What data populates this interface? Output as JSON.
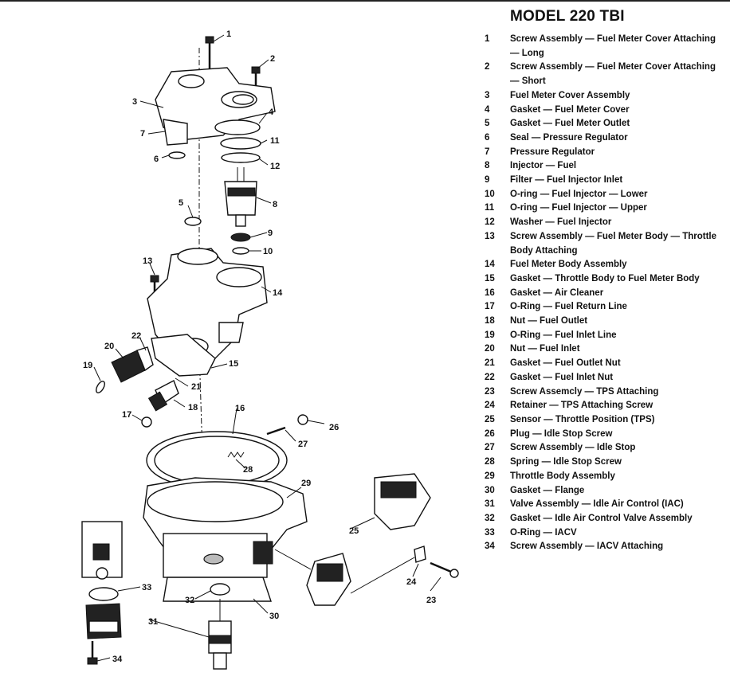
{
  "title": "MODEL 220 TBI",
  "legend": [
    {
      "num": "1",
      "text": "Screw Assembly — Fuel Meter Cover Attaching — Long"
    },
    {
      "num": "2",
      "text": "Screw Assembly — Fuel Meter Cover Attaching — Short"
    },
    {
      "num": "3",
      "text": "Fuel Meter Cover Assembly"
    },
    {
      "num": "4",
      "text": "Gasket — Fuel Meter Cover"
    },
    {
      "num": "5",
      "text": "Gasket — Fuel Meter Outlet"
    },
    {
      "num": "6",
      "text": "Seal — Pressure Regulator"
    },
    {
      "num": "7",
      "text": "Pressure Regulator"
    },
    {
      "num": "8",
      "text": "Injector — Fuel"
    },
    {
      "num": "9",
      "text": "Filter — Fuel Injector Inlet"
    },
    {
      "num": "10",
      "text": "O-ring — Fuel Injector — Lower"
    },
    {
      "num": "11",
      "text": "O-ring — Fuel Injector — Upper"
    },
    {
      "num": "12",
      "text": "Washer — Fuel Injector"
    },
    {
      "num": "13",
      "text": "Screw Assembly — Fuel Meter Body — Throttle Body Attaching"
    },
    {
      "num": "14",
      "text": "Fuel Meter Body Assembly"
    },
    {
      "num": "15",
      "text": "Gasket — Throttle Body to Fuel Meter Body"
    },
    {
      "num": "16",
      "text": "Gasket — Air Cleaner"
    },
    {
      "num": "17",
      "text": "O-Ring — Fuel Return Line"
    },
    {
      "num": "18",
      "text": "Nut — Fuel Outlet"
    },
    {
      "num": "19",
      "text": "O-Ring — Fuel Inlet Line"
    },
    {
      "num": "20",
      "text": "Nut — Fuel Inlet"
    },
    {
      "num": "21",
      "text": "Gasket — Fuel Outlet Nut"
    },
    {
      "num": "22",
      "text": "Gasket — Fuel Inlet Nut"
    },
    {
      "num": "23",
      "text": "Screw Assemcly — TPS Attaching"
    },
    {
      "num": "24",
      "text": "Retainer — TPS Attaching Screw"
    },
    {
      "num": "25",
      "text": "Sensor — Throttle Position (TPS)"
    },
    {
      "num": "26",
      "text": "Plug — Idle Stop Screw"
    },
    {
      "num": "27",
      "text": "Screw Assembly — Idle Stop"
    },
    {
      "num": "28",
      "text": "Spring — Idle Stop Screw"
    },
    {
      "num": "29",
      "text": "Throttle Body Assembly"
    },
    {
      "num": "30",
      "text": "Gasket — Flange"
    },
    {
      "num": "31",
      "text": "Valve Assembly — Idle Air Control (IAC)"
    },
    {
      "num": "32",
      "text": "Gasket — Idle Air Control Valve Assembly"
    },
    {
      "num": "33",
      "text": "O-Ring — IACV"
    },
    {
      "num": "34",
      "text": "Screw Assembly — IACV Attaching"
    }
  ],
  "callouts": {
    "c1": "1",
    "c2": "2",
    "c3": "3",
    "c4": "4",
    "c5": "5",
    "c6": "6",
    "c7": "7",
    "c8": "8",
    "c9": "9",
    "c10": "10",
    "c11": "11",
    "c12": "12",
    "c13": "13",
    "c14": "14",
    "c15": "15",
    "c16": "16",
    "c17": "17",
    "c18": "18",
    "c19": "19",
    "c20": "20",
    "c21": "21",
    "c22": "22",
    "c23": "23",
    "c24": "24",
    "c25": "25",
    "c26": "26",
    "c27": "27",
    "c28": "28",
    "c29": "29",
    "c30": "30",
    "c31": "31",
    "c32": "32",
    "c33": "33",
    "c34": "34"
  }
}
